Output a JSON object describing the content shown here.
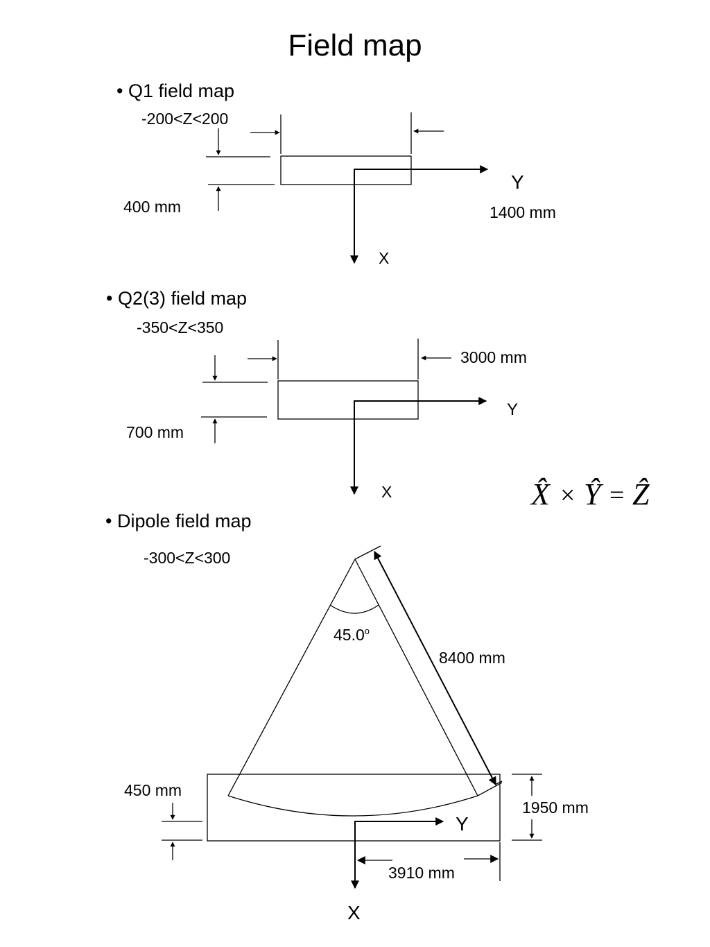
{
  "title": "Field map",
  "q1": {
    "bullet": "• Q1 field map",
    "z_range": "-200<Z<200",
    "height_label": "400 mm",
    "length_label": "1400 mm",
    "y_axis": "Y",
    "x_axis": "X"
  },
  "q2": {
    "bullet": "• Q2(3) field map",
    "z_range": "-350<Z<350",
    "length_label": "3000 mm",
    "height_label": "700 mm",
    "y_axis": "Y",
    "x_axis": "X"
  },
  "equation": {
    "x": "X̂",
    "times": "×",
    "y": "Ŷ",
    "equals": "=",
    "z": "Ẑ"
  },
  "dipole": {
    "bullet": "• Dipole field map",
    "z_range": "-300<Z<300",
    "angle_label": "45.0",
    "angle_unit": "o",
    "radius_label": "8400 mm",
    "gap_label": "450 mm",
    "height_label": "1950 mm",
    "half_width_label": "3910 mm",
    "y_axis": "Y",
    "x_axis": "X"
  }
}
